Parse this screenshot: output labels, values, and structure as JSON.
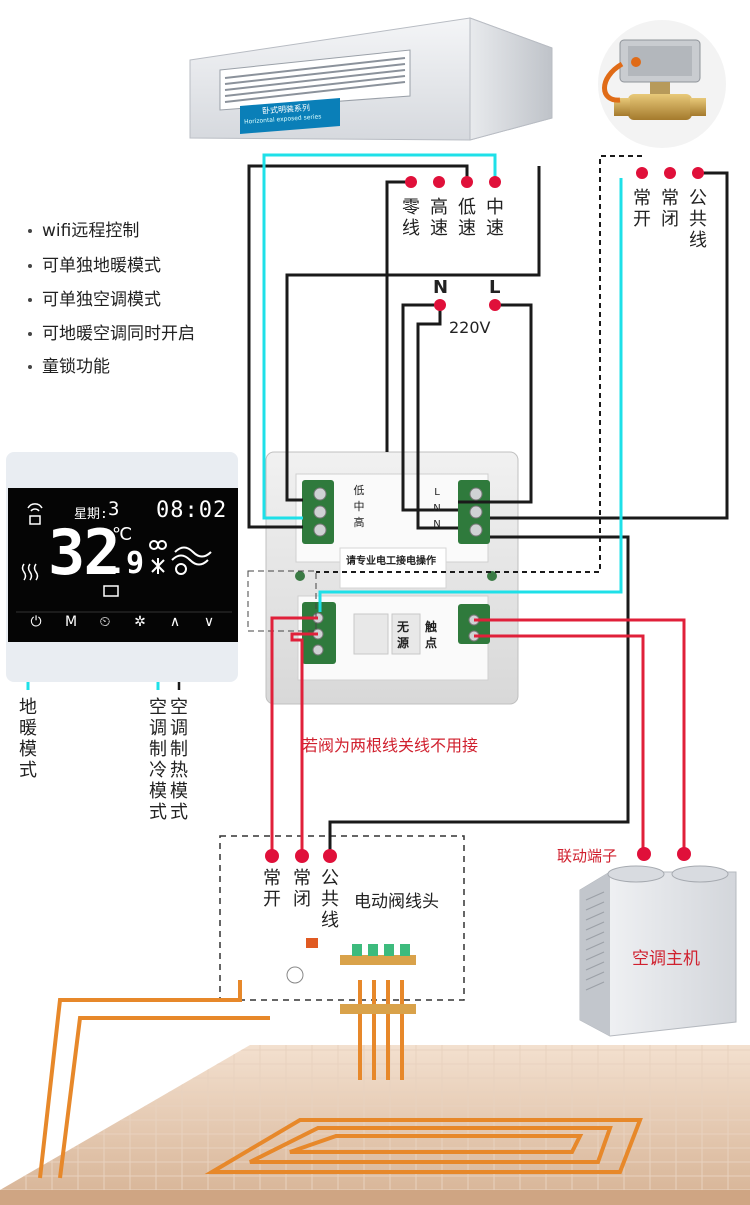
{
  "features": [
    "wifi远程控制",
    "可单独地暖模式",
    "可单独空调模式",
    "可地暖空调同时开启",
    "童锁功能"
  ],
  "fan_coil": {
    "plate_cn": "卧式明装系列",
    "plate_en": "Horizontal exposed series",
    "terminals": [
      "零线",
      "高速",
      "低速",
      "中速"
    ]
  },
  "valve_top": {
    "terminals": [
      "常开",
      "常闭",
      "公共线"
    ]
  },
  "power": {
    "n_label": "N",
    "l_label": "L",
    "voltage": "220V"
  },
  "thermostat_back": {
    "left_block": [
      "低",
      "中",
      "高"
    ],
    "right_block": [
      "L",
      "N",
      "N"
    ],
    "warning": "请专业电工接电操作",
    "dry_contact": [
      "无",
      "源",
      "触",
      "点"
    ]
  },
  "display": {
    "week_label": "星期:",
    "week_value": "3",
    "time": "08:02",
    "temperature": "32",
    "temperature_decimal": ".9",
    "unit": "℃",
    "buttons": [
      "⏻",
      "M",
      "⏲",
      "✲",
      "∧",
      "∨"
    ]
  },
  "mode_labels": [
    "地暖模式",
    "空调制冷模式",
    "空调制热模式"
  ],
  "note": "若阀为两根线关线不用接",
  "valve_head": {
    "terminals": [
      "常开",
      "常闭",
      "公共线"
    ],
    "title": "电动阀线头"
  },
  "linkage_label": "联动端子",
  "host_label": "空调主机",
  "colors": {
    "cyan_wire": "#1ee0e8",
    "black_wire": "#1a1a1a",
    "red_wire": "#e0203a",
    "terminal_dot": "#e0103a",
    "lcd_bg": "#050505",
    "floor_pipe": "#e7882a"
  }
}
